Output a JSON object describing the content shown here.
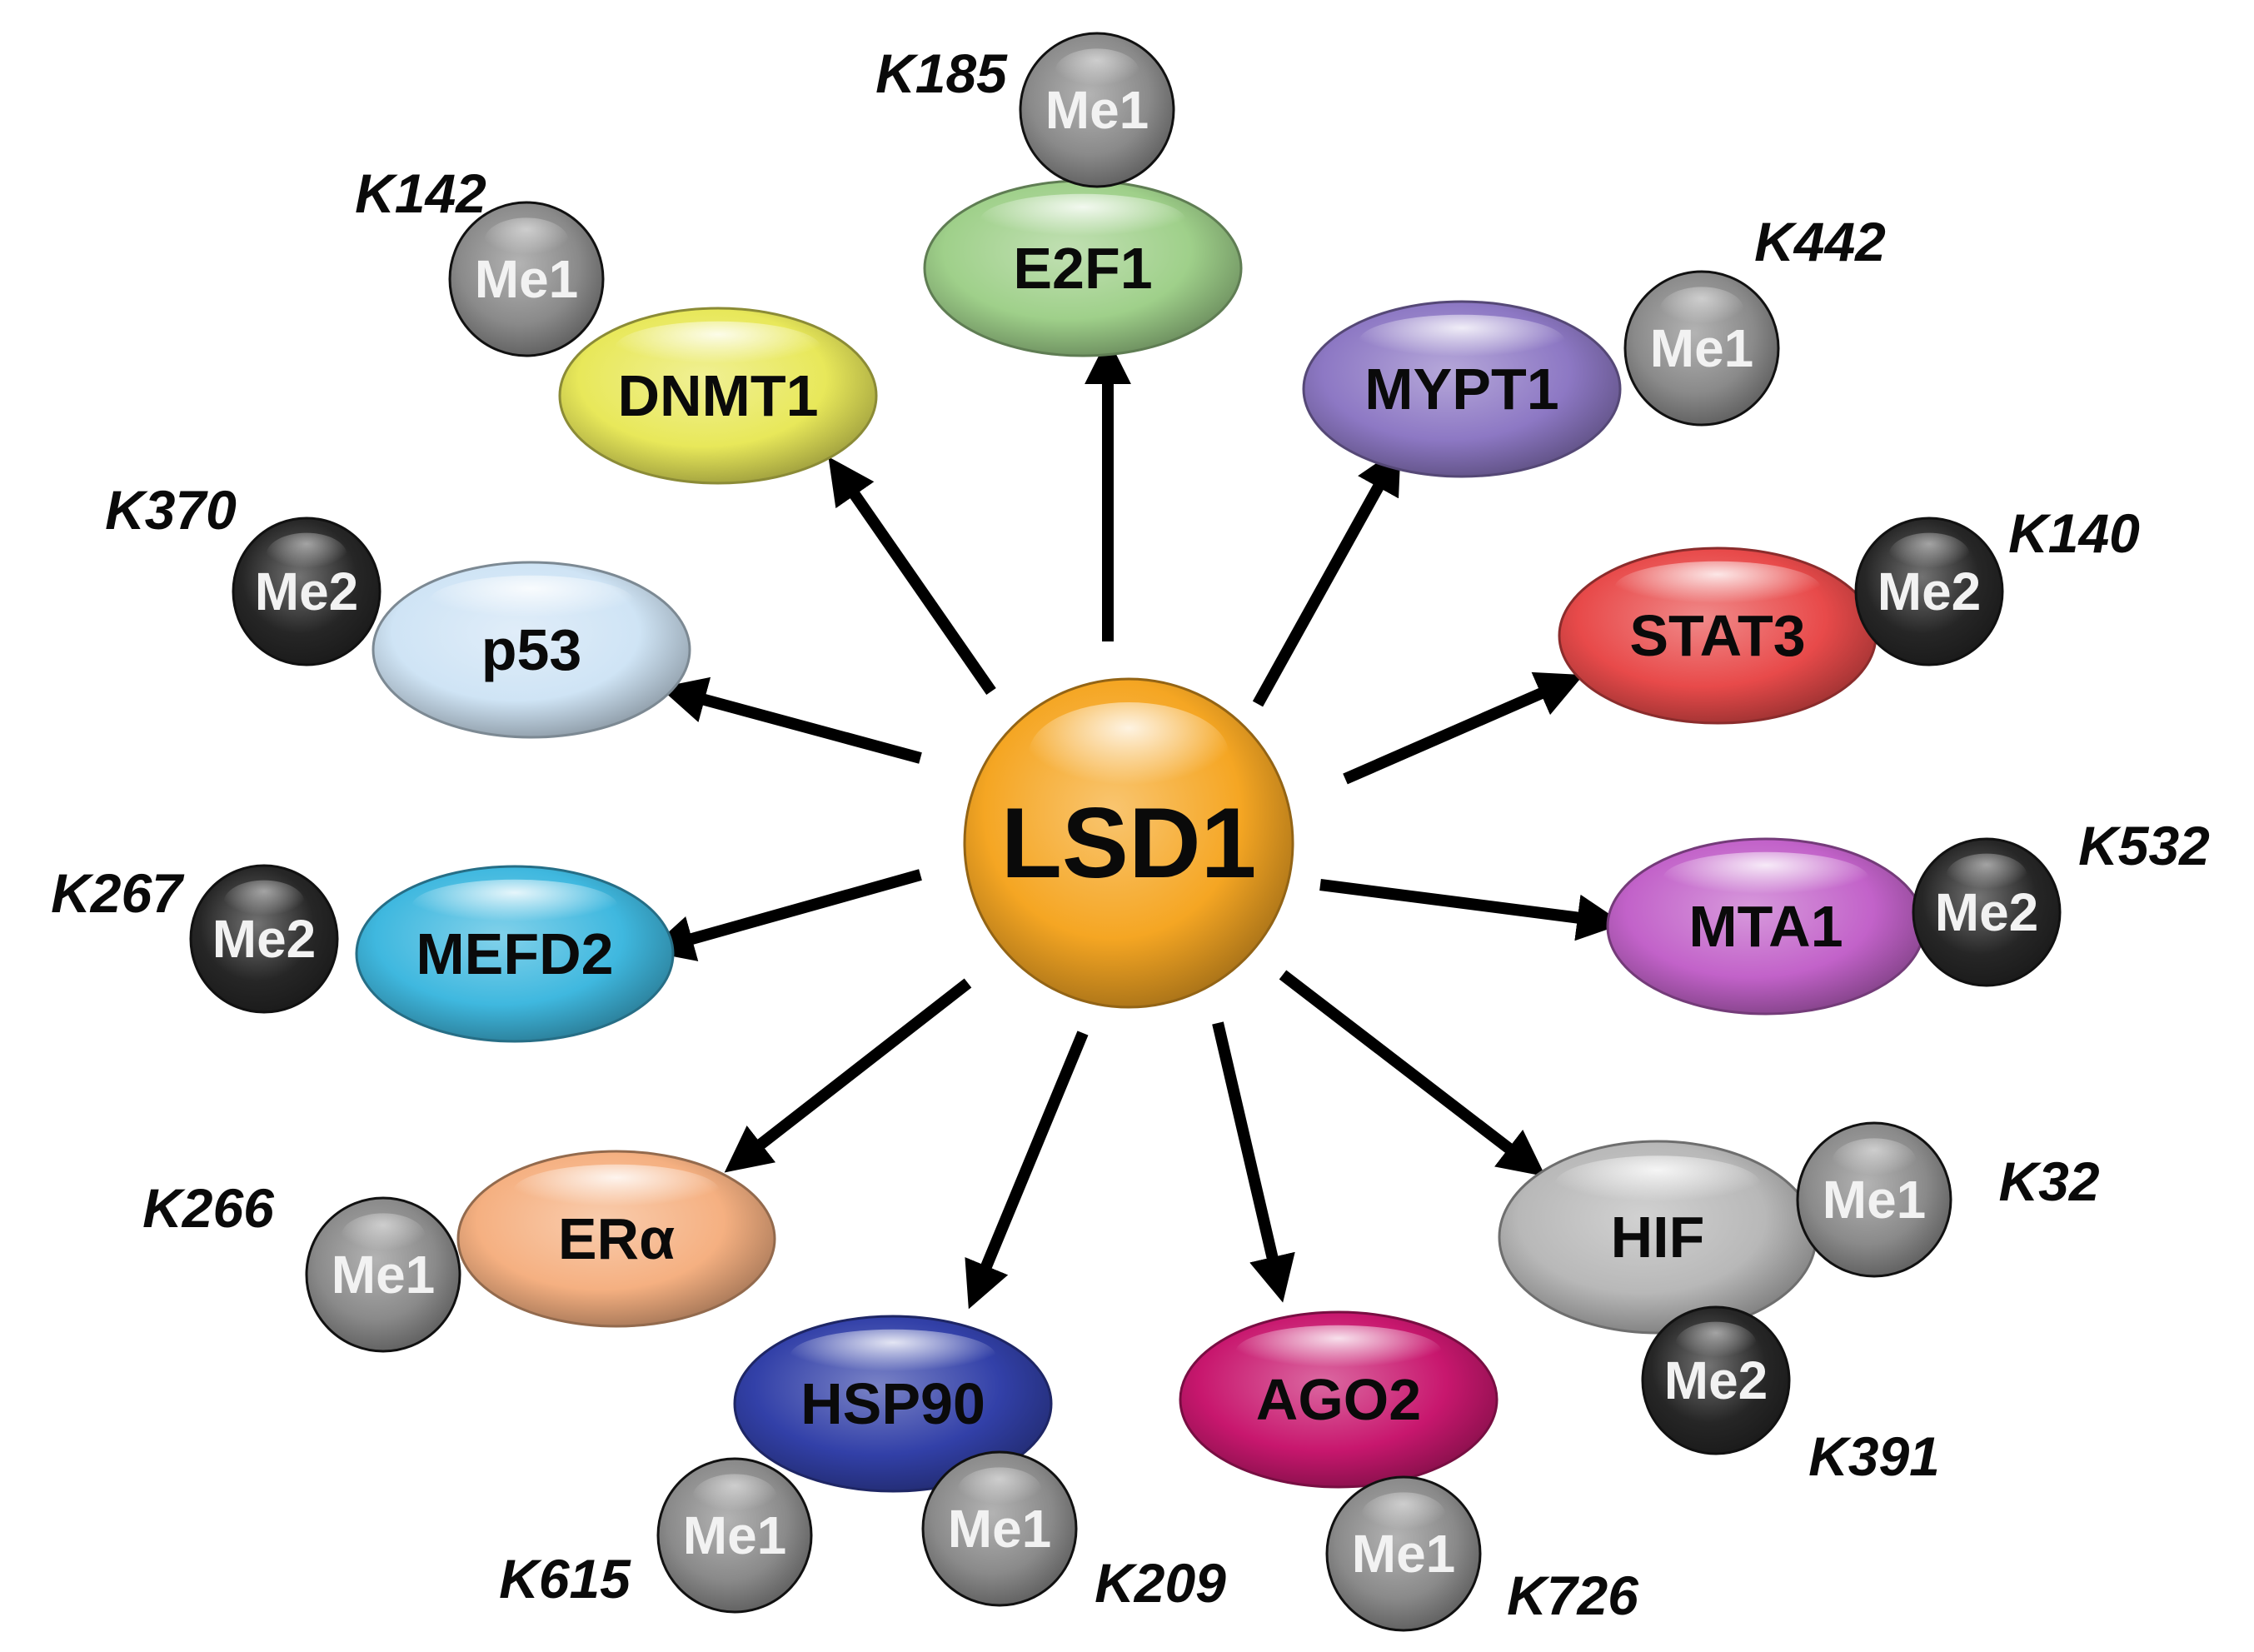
{
  "center": {
    "label": "LSD1",
    "color": "#f5a623"
  },
  "substrates": [
    {
      "id": "e2f1",
      "label": "E2F1",
      "color": "#9fd08a",
      "marks": [
        {
          "label": "Me1",
          "site": "K185",
          "kind": "me1"
        }
      ]
    },
    {
      "id": "dnmt1",
      "label": "DNMT1",
      "color": "#e8e85a",
      "marks": [
        {
          "label": "Me1",
          "site": "K142",
          "kind": "me1"
        }
      ]
    },
    {
      "id": "mypt1",
      "label": "MYPT1",
      "color": "#8d78c4",
      "marks": [
        {
          "label": "Me1",
          "site": "K442",
          "kind": "me1"
        }
      ]
    },
    {
      "id": "p53",
      "label": "p53",
      "color": "#cfe4f5",
      "marks": [
        {
          "label": "Me2",
          "site": "K370",
          "kind": "me2"
        }
      ]
    },
    {
      "id": "stat3",
      "label": "STAT3",
      "color": "#e84a4a",
      "marks": [
        {
          "label": "Me2",
          "site": "K140",
          "kind": "me2"
        }
      ]
    },
    {
      "id": "mefd2",
      "label": "MEFD2",
      "color": "#3fb8df",
      "marks": [
        {
          "label": "Me2",
          "site": "K267",
          "kind": "me2"
        }
      ]
    },
    {
      "id": "mta1",
      "label": "MTA1",
      "color": "#c262c9",
      "marks": [
        {
          "label": "Me2",
          "site": "K532",
          "kind": "me2"
        }
      ]
    },
    {
      "id": "era",
      "label": "ERα",
      "color": "#f5b081",
      "marks": [
        {
          "label": "Me1",
          "site": "K266",
          "kind": "me1"
        }
      ]
    },
    {
      "id": "hif",
      "label": "HIF",
      "color": "#b8b8b8",
      "marks": [
        {
          "label": "Me1",
          "site": "K32",
          "kind": "me1"
        },
        {
          "label": "Me2",
          "site": "K391",
          "kind": "me2"
        }
      ]
    },
    {
      "id": "hsp90",
      "label": "HSP90",
      "color": "#3240a8",
      "marks": [
        {
          "label": "Me1",
          "site": "K615",
          "kind": "me1"
        },
        {
          "label": "Me1",
          "site": "K209",
          "kind": "me1"
        }
      ]
    },
    {
      "id": "ago2",
      "label": "AGO2",
      "color": "#c8176e",
      "marks": [
        {
          "label": "Me1",
          "site": "K726",
          "kind": "me1"
        }
      ]
    }
  ],
  "mark_colors": {
    "me1": "#8a8a8a",
    "me2": "#262626"
  }
}
